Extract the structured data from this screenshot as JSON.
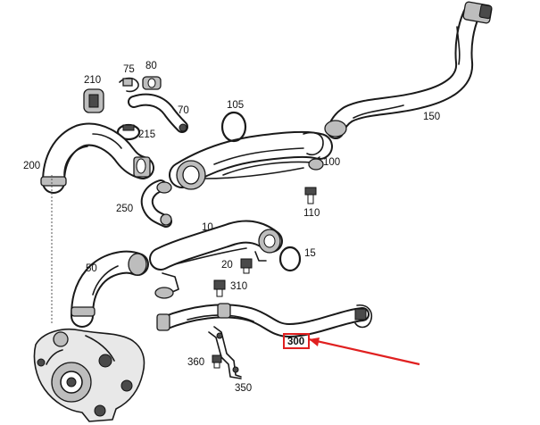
{
  "diagram": {
    "part_labels": [
      "10",
      "15",
      "20",
      "50",
      "70",
      "75",
      "80",
      "100",
      "105",
      "110",
      "150",
      "200",
      "210",
      "215",
      "250",
      "300",
      "310",
      "350",
      "360"
    ],
    "highlighted_label": "300",
    "highlight_color": "#e02020"
  }
}
